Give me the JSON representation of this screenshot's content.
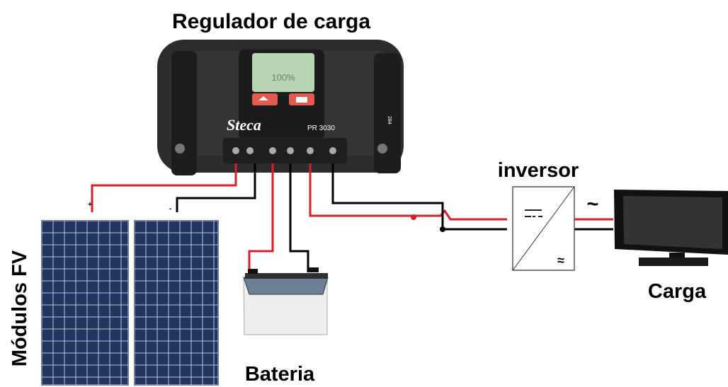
{
  "labels": {
    "controller": "Regulador de carga",
    "inverter": "inversor",
    "load": "Carga",
    "battery": "Bateria",
    "modules": "Módulos FV"
  },
  "device": {
    "brand": "Steca",
    "model": "PR 3030",
    "side": "284",
    "display": "100%"
  },
  "terminals": {
    "plus": "+",
    "minus": "-"
  },
  "inverter_symbols": {
    "ac": "~",
    "dc": "≈"
  },
  "colors": {
    "positive": "#d61f26",
    "negative": "#000000",
    "controller": "#2c2c2c",
    "display": "#b8d4b4",
    "panel": "#22345f"
  }
}
